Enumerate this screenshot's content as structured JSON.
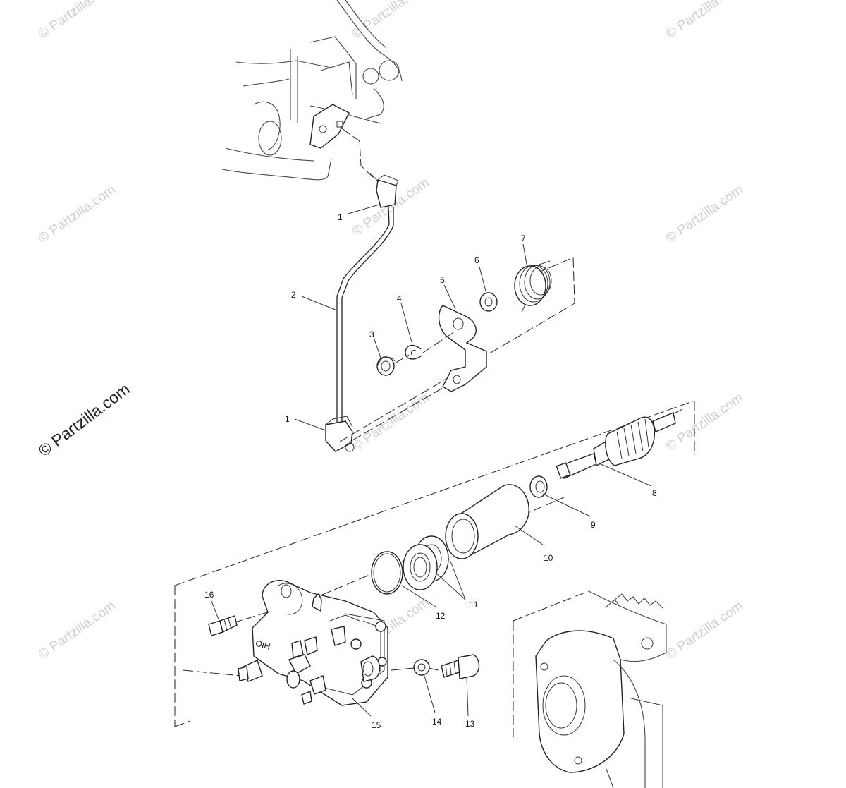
{
  "watermarks": {
    "small": "© Partzilla.com",
    "big": "© Partzilla.com"
  },
  "labels": {
    "p1_top": "1",
    "p1_bottom": "1",
    "p2": "2",
    "p3": "3",
    "p4": "4",
    "p5": "5",
    "p6": "6",
    "p7": "7",
    "p8": "8",
    "p9": "9",
    "p10": "10",
    "p11": "11",
    "p12": "12",
    "p13": "13",
    "p14": "14",
    "p15": "15",
    "p16": "16"
  },
  "pump_marking": "OIH",
  "colors": {
    "line": "#222222",
    "watermark": "#cfcfcf",
    "background": "#ffffff"
  }
}
